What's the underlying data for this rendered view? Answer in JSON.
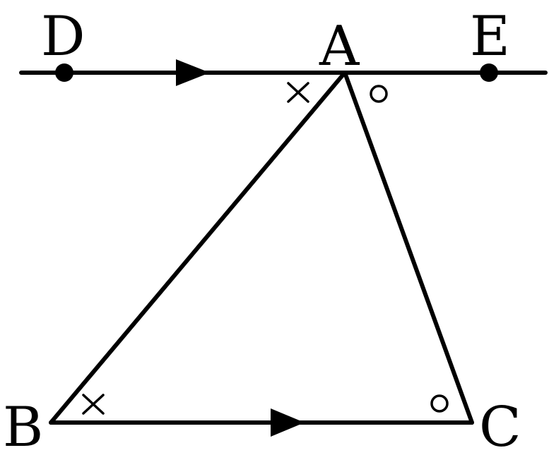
{
  "diagram": {
    "points": {
      "D": {
        "label": "D"
      },
      "A": {
        "label": "A"
      },
      "E": {
        "label": "E"
      },
      "B": {
        "label": "B"
      },
      "C": {
        "label": "C"
      }
    },
    "segments": [
      "DE",
      "AB",
      "AC",
      "BC"
    ],
    "parallel_marks": [
      "DE",
      "BC"
    ],
    "equal_angle_marks": [
      {
        "type": "cross",
        "angles": [
          "DAB",
          "ABC"
        ]
      },
      {
        "type": "circle",
        "angles": [
          "EAC",
          "ACB"
        ]
      }
    ],
    "colors": {
      "stroke": "#000000",
      "background": "#ffffff"
    }
  }
}
